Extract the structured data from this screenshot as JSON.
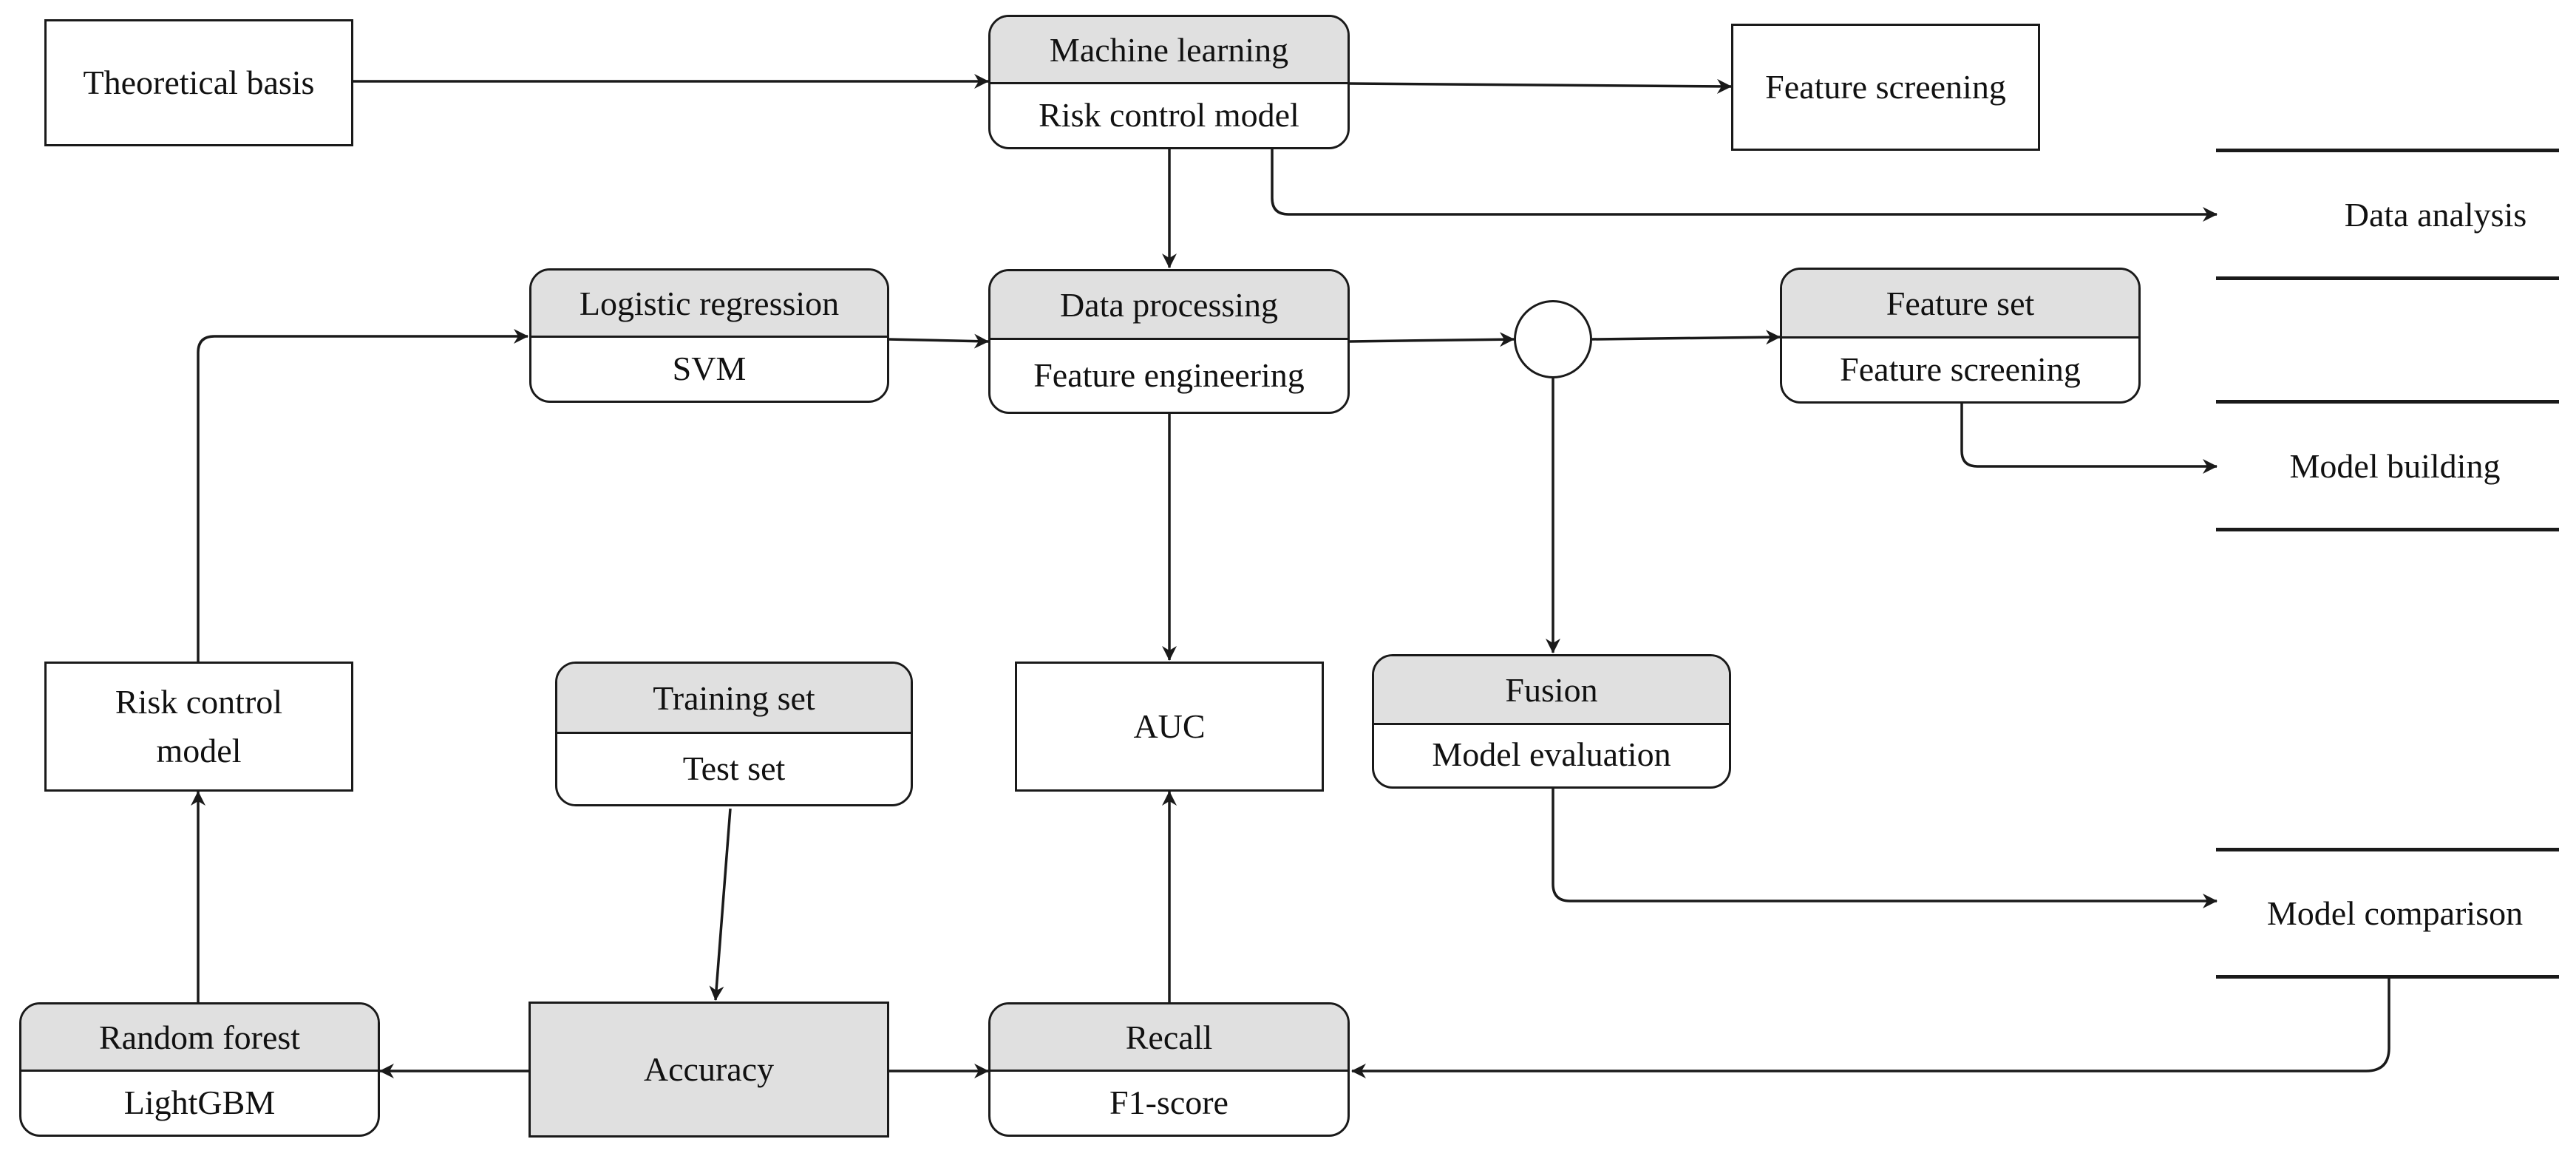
{
  "diagram": {
    "boxes": {
      "theoretical_basis": "Theoretical basis",
      "feature_screening_top": "Feature screening",
      "risk_control_model": "Risk control model",
      "auc": "AUC",
      "accuracy": "Accuracy"
    },
    "split_nodes": {
      "ml": {
        "header": "Machine learning",
        "body": "Risk control model"
      },
      "logreg": {
        "header": "Logistic regression",
        "body": "SVM"
      },
      "dataproc": {
        "header": "Data processing",
        "body": "Feature engineering"
      },
      "featureset": {
        "header": "Feature set",
        "body": "Feature screening"
      },
      "training": {
        "header": "Training set",
        "body": "Test set"
      },
      "fusion": {
        "header": "Fusion",
        "body": "Model evaluation"
      },
      "randomforest": {
        "header": "Random forest",
        "body": "LightGBM"
      },
      "recall": {
        "header": "Recall",
        "body": "F1-score"
      }
    },
    "stores": {
      "data_analysis": "Data analysis",
      "model_building": "Model building",
      "model_comparison": "Model comparison"
    }
  }
}
